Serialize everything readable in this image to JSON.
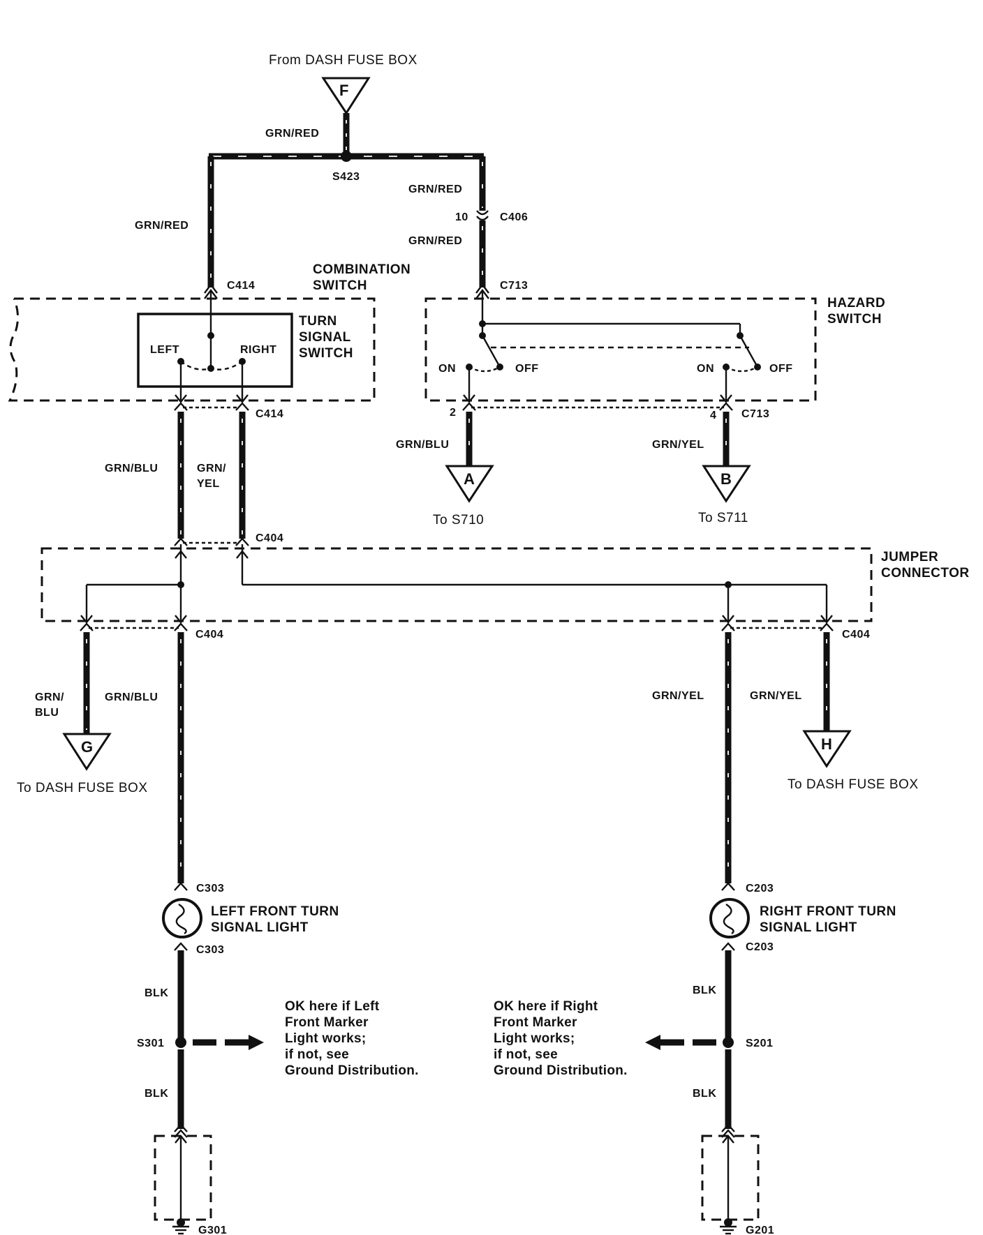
{
  "sources": {
    "top_from": "From DASH FUSE BOX",
    "F": "F",
    "A": "A",
    "A_to": "To S710",
    "B": "B",
    "B_to": "To S711",
    "G": "G",
    "G_to": "To DASH FUSE BOX",
    "H": "H",
    "H_to": "To DASH FUSE BOX"
  },
  "wires": {
    "grn_red": "GRN/RED",
    "grn_blu": "GRN/BLU",
    "grn_yel": "GRN/YEL",
    "grn_slash": "GRN/",
    "blu": "BLU",
    "yel": "YEL",
    "blk": "BLK"
  },
  "splices": {
    "s423": "S423",
    "s301": "S301",
    "s201": "S201"
  },
  "connectors": {
    "c406": "C406",
    "c406_pin": "10",
    "c414": "C414",
    "c713": "C713",
    "c713_pin2": "2",
    "c713_pin4": "4",
    "c404": "C404",
    "c303": "C303",
    "c203": "C203"
  },
  "grounds": {
    "g301": "G301",
    "g201": "G201"
  },
  "components": {
    "combination_switch": [
      "COMBINATION",
      "SWITCH"
    ],
    "turn_signal_switch": [
      "TURN",
      "SIGNAL",
      "SWITCH"
    ],
    "left": "LEFT",
    "right": "RIGHT",
    "hazard_switch": [
      "HAZARD",
      "SWITCH"
    ],
    "on": "ON",
    "off": "OFF",
    "jumper_connector": [
      "JUMPER",
      "CONNECTOR"
    ],
    "left_light": [
      "LEFT FRONT TURN",
      "SIGNAL LIGHT"
    ],
    "right_light": [
      "RIGHT FRONT TURN",
      "SIGNAL LIGHT"
    ]
  },
  "notes": {
    "left": [
      "OK here if Left",
      "Front Marker",
      "Light works;",
      "if not, see",
      "Ground Distribution."
    ],
    "right": [
      "OK here if Right",
      "Front Marker",
      "Light works;",
      "if not, see",
      "Ground Distribution."
    ]
  }
}
